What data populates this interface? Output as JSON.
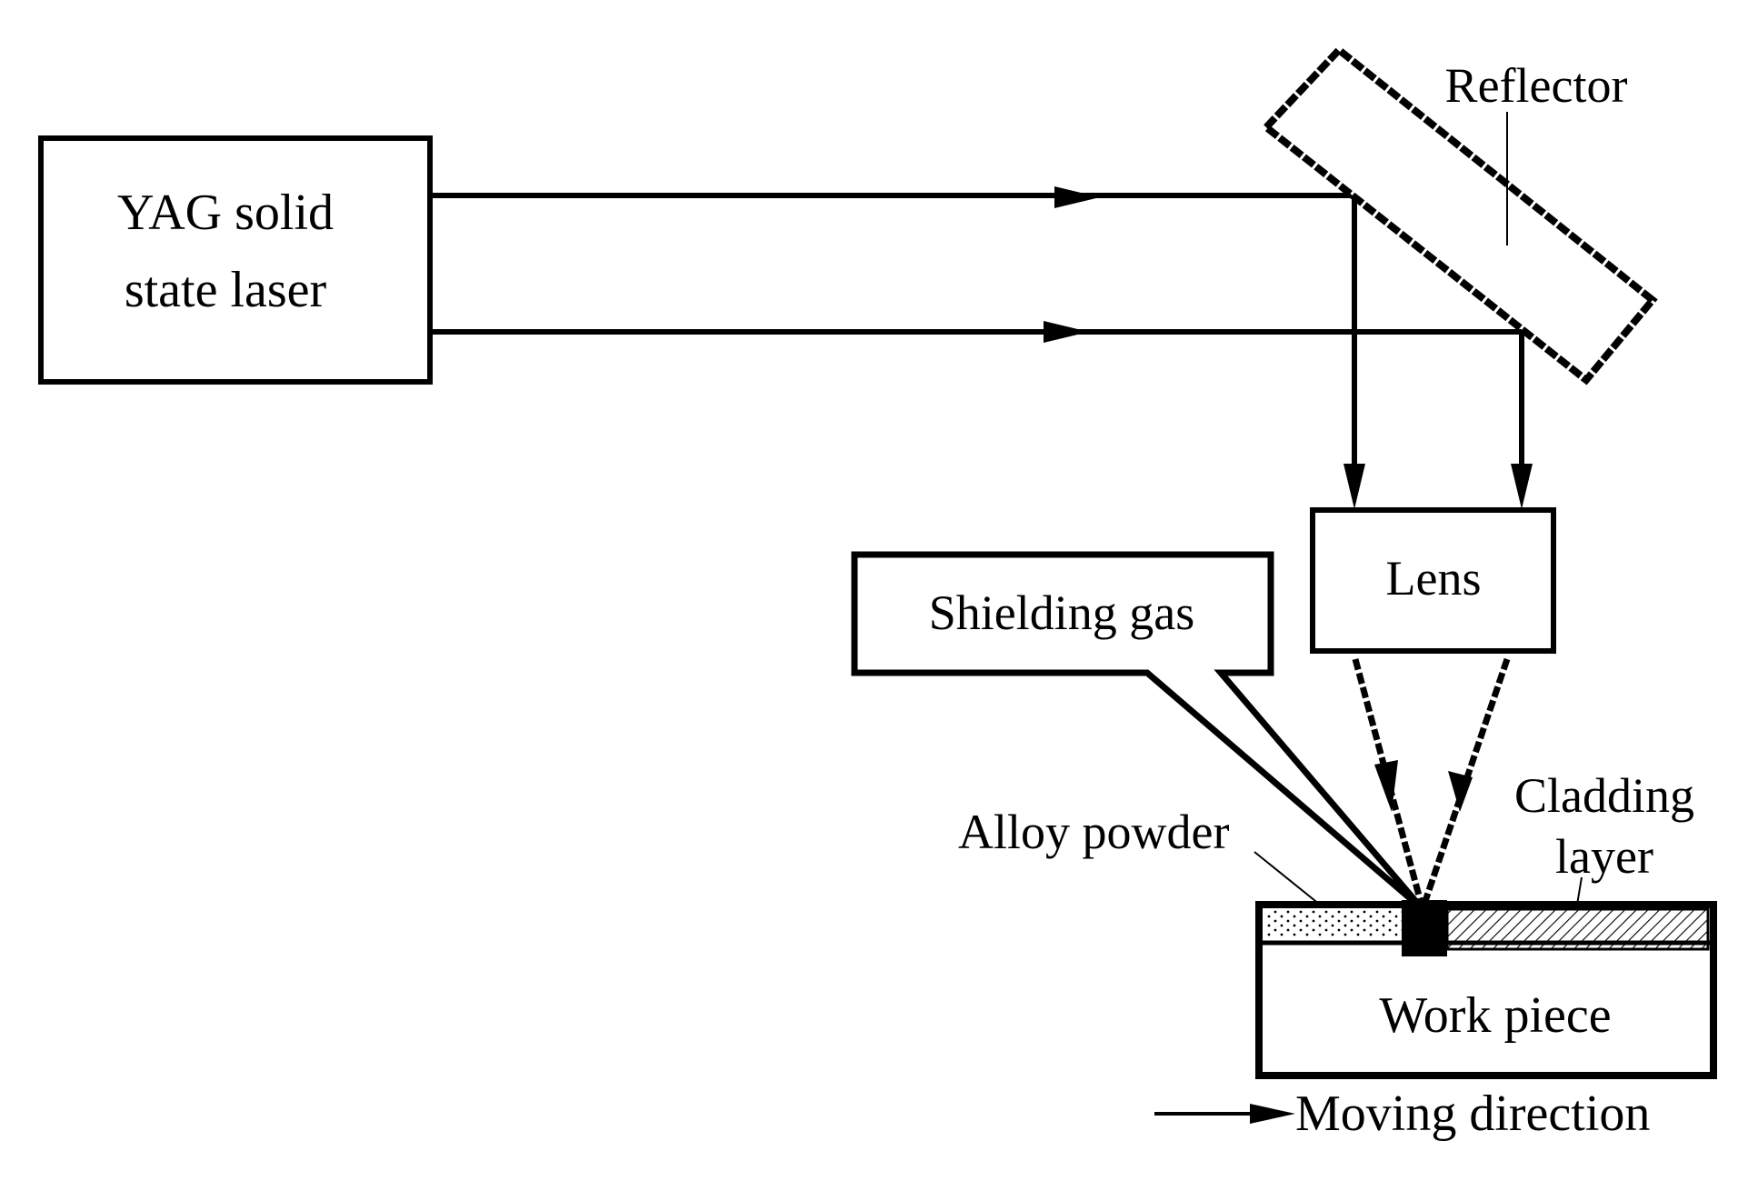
{
  "labels": {
    "laser_line1": "YAG solid",
    "laser_line2": "state laser",
    "reflector": "Reflector",
    "lens": "Lens",
    "shielding_gas": "Shielding gas",
    "alloy_powder": "Alloy powder",
    "cladding_line1": "Cladding",
    "cladding_line2": "layer",
    "work_piece": "Work piece",
    "moving_direction": "Moving direction"
  },
  "colors": {
    "line": "#000000",
    "background": "#ffffff"
  }
}
